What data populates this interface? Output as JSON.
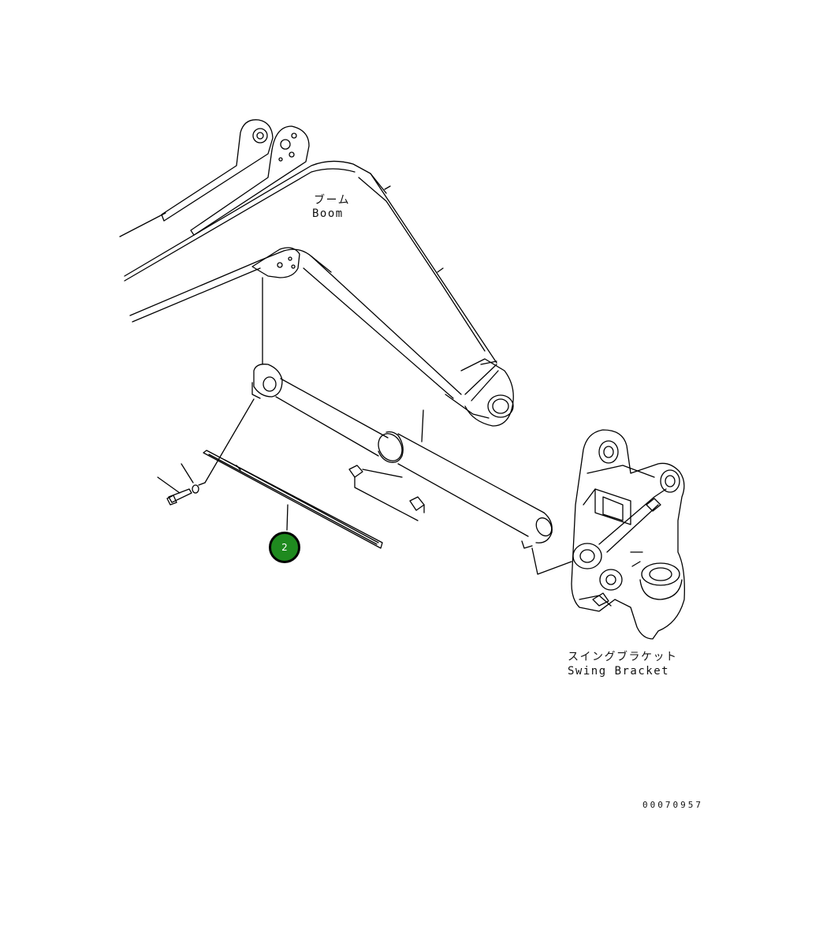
{
  "labels": {
    "boom_jp": "ブーム",
    "boom_en": "Boom",
    "swing_jp": "スイングブラケット",
    "swing_en": "Swing Bracket"
  },
  "callouts": [
    {
      "number": "2"
    }
  ],
  "document_number": "00070957",
  "colors": {
    "callout_fill": "#1f8a1f",
    "callout_border": "#000000",
    "line": "#000000"
  }
}
